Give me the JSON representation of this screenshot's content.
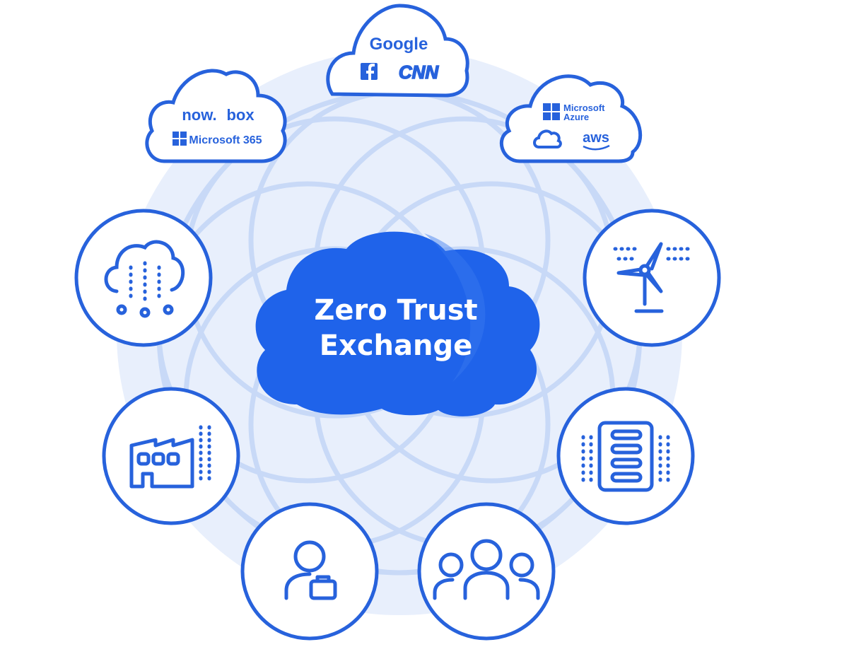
{
  "center": {
    "title_line1": "Zero Trust",
    "title_line2": "Exchange"
  },
  "colors": {
    "brand_blue": "#2762dc",
    "cloud_blue": "#1f63ea",
    "halo": "#e8effc",
    "ring": "#c8d9f7"
  },
  "cloud_top": {
    "google": "Google",
    "cnn": "CNN",
    "facebook_icon": "facebook-icon"
  },
  "cloud_left": {
    "now": "now.",
    "box": "box",
    "m365": "Microsoft 365"
  },
  "cloud_right": {
    "azure_line1": "Microsoft",
    "azure_line2": "Azure",
    "aws": "aws",
    "gcp_icon": "google-cloud-icon"
  },
  "nodes": [
    {
      "name": "data-cloud-node",
      "icon": "data-cloud-icon"
    },
    {
      "name": "wind-turbine-node",
      "icon": "wind-turbine-icon"
    },
    {
      "name": "factory-node",
      "icon": "factory-icon"
    },
    {
      "name": "server-node",
      "icon": "server-icon"
    },
    {
      "name": "workforce-user-node",
      "icon": "user-briefcase-icon"
    },
    {
      "name": "group-node",
      "icon": "group-icon"
    }
  ]
}
